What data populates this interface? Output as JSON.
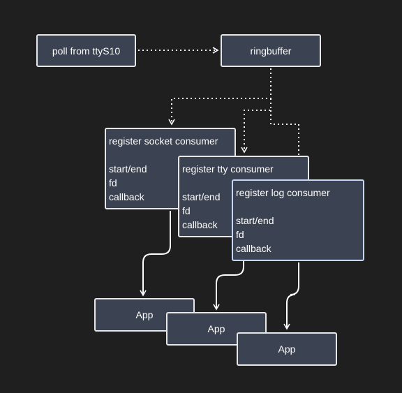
{
  "nodes": {
    "poll": "poll from ttyS10",
    "ringbuffer": "ringbuffer",
    "socket_consumer": {
      "title": "register socket consumer",
      "lines": [
        "start/end",
        "fd",
        "callback"
      ]
    },
    "tty_consumer": {
      "title": "register tty consumer",
      "lines": [
        "start/end",
        "fd",
        "callback"
      ]
    },
    "log_consumer": {
      "title": "register log consumer",
      "lines": [
        "start/end",
        "fd",
        "callback"
      ]
    },
    "apps": [
      "App",
      "App",
      "App"
    ]
  },
  "colors": {
    "background": "#1f1f1f",
    "node_fill": "#3b4252",
    "node_border": "#e7e7e7",
    "highlight_border": "#c6d6f7",
    "text": "#ffffff"
  }
}
